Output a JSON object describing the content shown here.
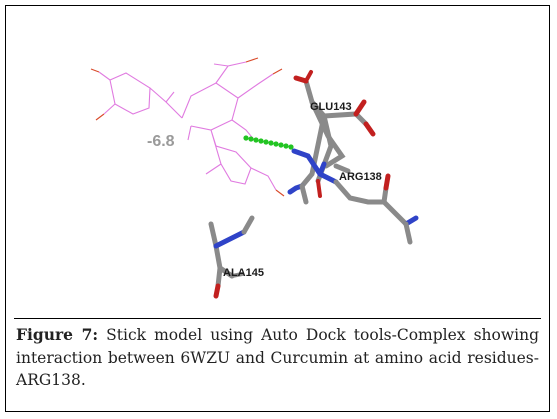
{
  "figure": {
    "score_label": "-6.8",
    "residue_labels": {
      "glu": "GLU143",
      "arg": "ARG138",
      "ala": "ALA145"
    },
    "colors": {
      "ligand": "#e07be0",
      "ligand_oxygen": "#d94a2a",
      "protein_carbon": "#8a8a8a",
      "nitrogen": "#2f43c8",
      "oxygen": "#c2201f",
      "hbond": "#22c422"
    }
  },
  "caption": {
    "label": "Figure 7:",
    "text": " Stick model using Auto Dock tools-Complex showing interaction between 6WZU and Curcumin at amino acid residues-ARG138."
  }
}
